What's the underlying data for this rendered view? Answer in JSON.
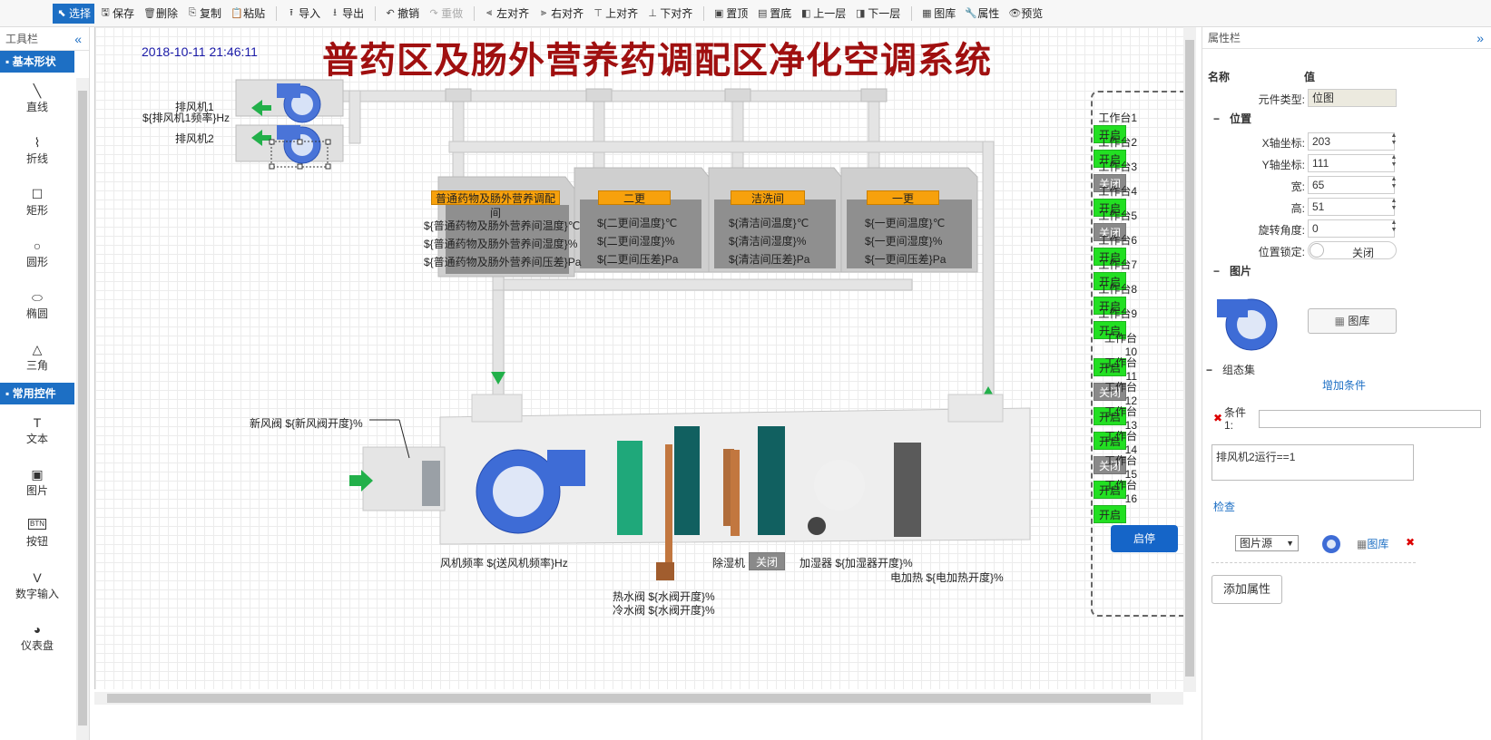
{
  "toolbar": {
    "items": [
      {
        "id": "select",
        "label": "选择",
        "icon": "pointer-icon",
        "glyph": "⬉",
        "active": true
      },
      {
        "id": "save",
        "label": "保存",
        "icon": "save-icon",
        "glyph": "🖫"
      },
      {
        "id": "delete",
        "label": "删除",
        "icon": "delete-icon",
        "glyph": "🗑"
      },
      {
        "id": "copy",
        "label": "复制",
        "icon": "copy-icon",
        "glyph": "⎘"
      },
      {
        "id": "paste",
        "label": "粘贴",
        "icon": "paste-icon",
        "glyph": "📋"
      },
      {
        "sep": true
      },
      {
        "id": "import",
        "label": "导入",
        "icon": "import-icon",
        "glyph": "⭱"
      },
      {
        "id": "export",
        "label": "导出",
        "icon": "export-icon",
        "glyph": "⭳"
      },
      {
        "sep": true
      },
      {
        "id": "undo",
        "label": "撤销",
        "icon": "undo-icon",
        "glyph": "↶"
      },
      {
        "id": "redo",
        "label": "重做",
        "icon": "redo-icon",
        "glyph": "↷",
        "disabled": true
      },
      {
        "sep": true
      },
      {
        "id": "align-left",
        "label": "左对齐",
        "icon": "align-left-icon",
        "glyph": "⫷"
      },
      {
        "id": "align-right",
        "label": "右对齐",
        "icon": "align-right-icon",
        "glyph": "⫸"
      },
      {
        "id": "align-top",
        "label": "上对齐",
        "icon": "align-top-icon",
        "glyph": "⊤"
      },
      {
        "id": "align-bottom",
        "label": "下对齐",
        "icon": "align-bottom-icon",
        "glyph": "⊥"
      },
      {
        "sep": true
      },
      {
        "id": "bring-top",
        "label": "置顶",
        "icon": "bring-to-top-icon",
        "glyph": "▣"
      },
      {
        "id": "send-bottom",
        "label": "置底",
        "icon": "send-to-bottom-icon",
        "glyph": "▤"
      },
      {
        "id": "layer-up",
        "label": "上一层",
        "icon": "layer-up-icon",
        "glyph": "◧"
      },
      {
        "id": "layer-down",
        "label": "下一层",
        "icon": "layer-down-icon",
        "glyph": "◨"
      },
      {
        "sep": true
      },
      {
        "id": "gallery",
        "label": "图库",
        "icon": "gallery-icon",
        "glyph": "▦"
      },
      {
        "id": "props",
        "label": "属性",
        "icon": "wrench-icon",
        "glyph": "🔧"
      },
      {
        "id": "preview",
        "label": "预览",
        "icon": "eye-icon",
        "glyph": "👁"
      }
    ]
  },
  "left_panel": {
    "title": "工具栏",
    "collapse_icon": "«",
    "sections": [
      {
        "title": "基本形状",
        "icon": "bookmark-icon",
        "tools": [
          {
            "label": "直线",
            "icon": "line-icon",
            "glyph": "╲"
          },
          {
            "label": "折线",
            "icon": "polyline-icon",
            "glyph": "⌇"
          },
          {
            "label": "矩形",
            "icon": "rectangle-icon",
            "glyph": "☐"
          },
          {
            "label": "圆形",
            "icon": "circle-icon",
            "glyph": "○"
          },
          {
            "label": "椭圆",
            "icon": "ellipse-icon",
            "glyph": "⬭"
          },
          {
            "label": "三角",
            "icon": "triangle-icon",
            "glyph": "△"
          }
        ]
      },
      {
        "title": "常用控件",
        "icon": "palette-icon",
        "tools": [
          {
            "label": "文本",
            "icon": "text-icon",
            "glyph": "T"
          },
          {
            "label": "图片",
            "icon": "image-icon",
            "glyph": "▣"
          },
          {
            "label": "按钮",
            "icon": "button-icon",
            "glyph": "BTN"
          },
          {
            "label": "数字输入",
            "icon": "number-input-icon",
            "glyph": "V"
          },
          {
            "label": "仪表盘",
            "icon": "gauge-icon",
            "glyph": "◕"
          }
        ]
      }
    ]
  },
  "canvas": {
    "timestamp": "2018-10-11 21:46:11",
    "title": "普药区及肠外营养药调配区净化空调系统",
    "exhaust_fan1": "排风机1",
    "exhaust_fan1_freq": "${排风机1频率}Hz",
    "exhaust_fan2": "排风机2",
    "rooms": [
      {
        "name": "普通药物及肠外营养调配间",
        "t": "${普通药物及肠外营养间温度}℃",
        "h": "${普通药物及肠外营养间湿度}%",
        "p": "${普通药物及肠外营养间压差}Pa"
      },
      {
        "name": "二更",
        "t": "${二更间温度}℃",
        "h": "${二更间湿度}%",
        "p": "${二更间压差}Pa"
      },
      {
        "name": "洁洗间",
        "t": "${清洁间温度}℃",
        "h": "${清洁间湿度}%",
        "p": "${清洁间压差}Pa"
      },
      {
        "name": "一更",
        "t": "${一更间温度}℃",
        "h": "${一更间湿度}%",
        "p": "${一更间压差}Pa"
      }
    ],
    "fresh_air_valve": "新风阀 ${新风阀开度}%",
    "fan_freq": "风机频率 ${送风机频率}Hz",
    "dehumidifier": "除湿机",
    "dehumidifier_state": "关闭",
    "humidifier": "加湿器 ${加湿器开度}%",
    "electric_heat": "电加热 ${电加热开度}%",
    "hot_valve": "热水阀 ${水阀开度}%",
    "cold_valve": "冷水阀 ${水阀开度}%",
    "start_stop": "启停",
    "workbenches": [
      {
        "label": "工作台1",
        "state": "开启",
        "on": true
      },
      {
        "label": "工作台2",
        "state": "开启",
        "on": true
      },
      {
        "label": "工作台3",
        "state": "关闭",
        "on": false
      },
      {
        "label": "工作台4",
        "state": "开启",
        "on": true
      },
      {
        "label": "工作台5",
        "state": "关闭",
        "on": false
      },
      {
        "label": "工作台6",
        "state": "开启",
        "on": true
      },
      {
        "label": "工作台7",
        "state": "开启",
        "on": true
      },
      {
        "label": "工作台8",
        "state": "开启",
        "on": true
      },
      {
        "label": "工作台9",
        "state": "开启",
        "on": true
      },
      {
        "label": "工作台10",
        "state": "开启",
        "on": true
      },
      {
        "label": "工作台11",
        "state": "关闭",
        "on": false
      },
      {
        "label": "工作台12",
        "state": "开启",
        "on": true
      },
      {
        "label": "工作台13",
        "state": "开启",
        "on": true
      },
      {
        "label": "工作台14",
        "state": "关闭",
        "on": false
      },
      {
        "label": "工作台15",
        "state": "开启",
        "on": true
      },
      {
        "label": "工作台16",
        "state": "开启",
        "on": true
      }
    ]
  },
  "right_panel": {
    "title": "属性栏",
    "collapse_icon": "»",
    "col_name": "名称",
    "col_value": "值",
    "type_label": "元件类型:",
    "type_value": "位图",
    "pos_group": "位置",
    "x_label": "X轴坐标:",
    "x_value": "203",
    "y_label": "Y轴坐标:",
    "y_value": "111",
    "w_label": "宽:",
    "w_value": "65",
    "h_label": "高:",
    "h_value": "51",
    "rot_label": "旋转角度:",
    "rot_value": "0",
    "lock_label": "位置锁定:",
    "lock_value": "关闭",
    "img_group": "图片",
    "gallery_btn": "图库",
    "state_group": "组态集",
    "add_condition": "增加条件",
    "cond_label": "条件1:",
    "cond_value": "",
    "expression": "排风机2运行==1",
    "check": "检查",
    "img_source": "图片源",
    "gallery_link": "图库",
    "add_attr": "添加属性"
  },
  "colors": {
    "accent": "#1d6fc4",
    "on": "#22e022",
    "off": "#8a8a8a",
    "title": "#a01010",
    "room_label": "#f7a10c",
    "arrow": "#22b04a"
  }
}
